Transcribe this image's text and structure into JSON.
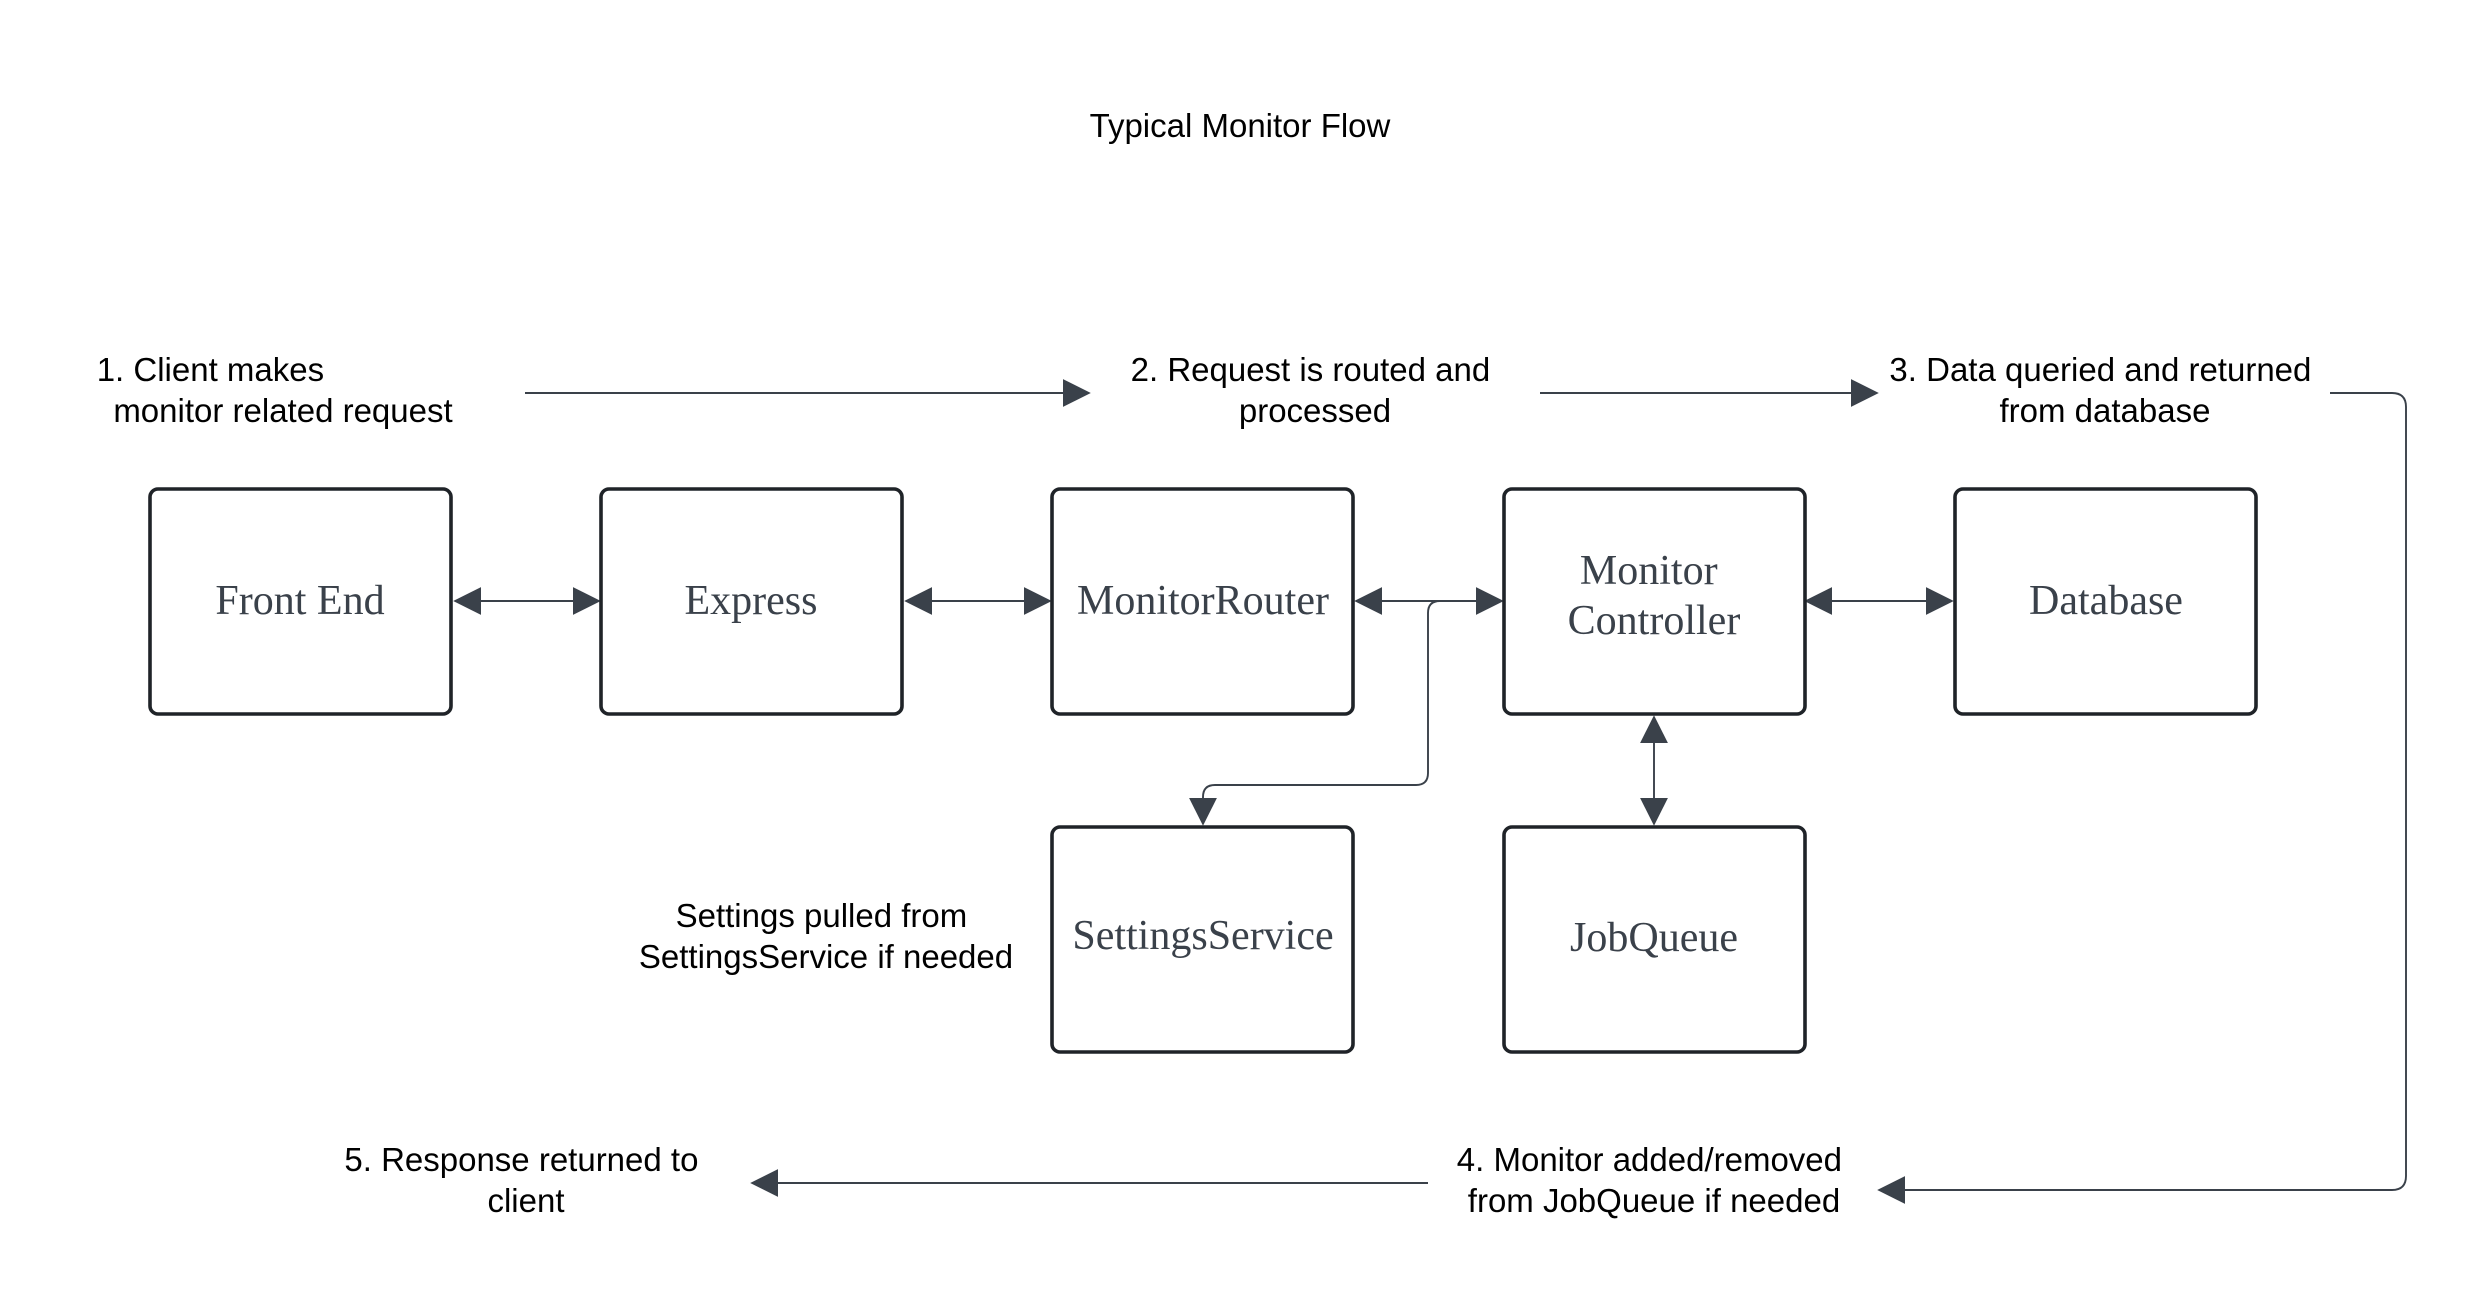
{
  "title": "Typical Monitor Flow",
  "nodes": {
    "front_end": [
      "Front End"
    ],
    "express": [
      "Express"
    ],
    "monitor_router": [
      "MonitorRouter"
    ],
    "monitor_controller": [
      "Monitor",
      "Controller"
    ],
    "database": [
      "Database"
    ],
    "settings_service": [
      "SettingsService"
    ],
    "job_queue": [
      "JobQueue"
    ]
  },
  "steps": {
    "step1": [
      "1.  Client makes",
      "monitor related request"
    ],
    "step2": [
      "2.  Request is routed and",
      "processed"
    ],
    "step3": [
      "3. Data queried and returned",
      "from database"
    ],
    "step4": [
      "4.  Monitor added/removed",
      "from JobQueue if needed"
    ],
    "step5": [
      "5.  Response returned to",
      "client"
    ],
    "settings_note": [
      "Settings pulled from",
      "SettingsService if needed"
    ]
  },
  "colors": {
    "box_stroke": "#1f2328",
    "box_text": "#3a414a",
    "connector": "#3a414a",
    "annotation_text": "#000000",
    "background": "#ffffff"
  }
}
